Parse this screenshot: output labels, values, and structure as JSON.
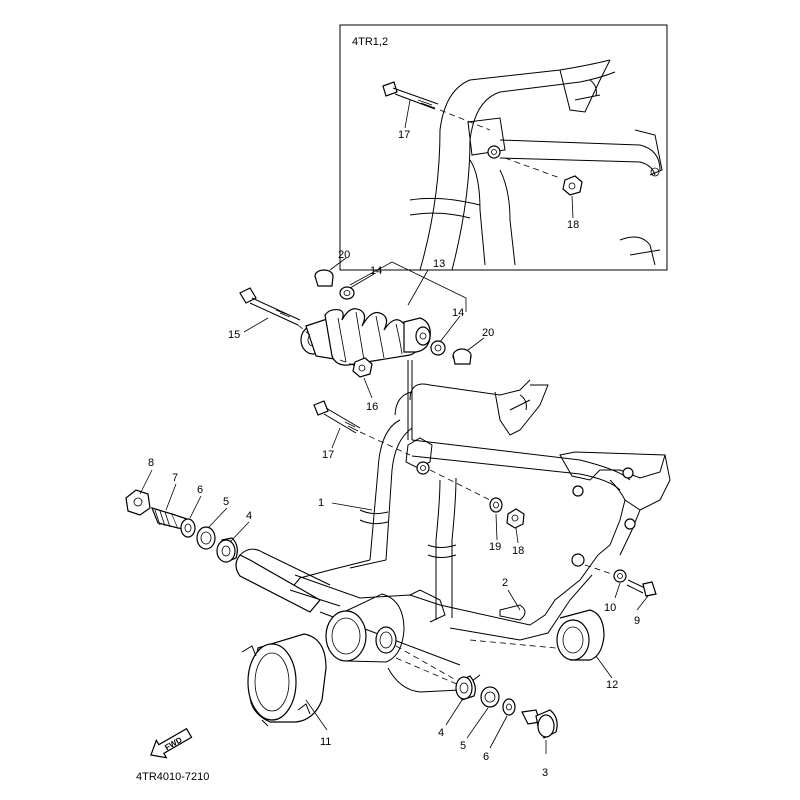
{
  "inset": {
    "label": "4TR1,2"
  },
  "callouts": {
    "c1": "1",
    "c2": "2",
    "c3": "3",
    "c4a": "4",
    "c4b": "4",
    "c5a": "5",
    "c5b": "5",
    "c6a": "6",
    "c6b": "6",
    "c7": "7",
    "c8": "8",
    "c9": "9",
    "c10": "10",
    "c11": "11",
    "c12": "12",
    "c13": "13",
    "c14a": "14",
    "c14b": "14",
    "c15": "15",
    "c16": "16",
    "c17a": "17",
    "c17b": "17",
    "c18a": "18",
    "c18b": "18",
    "c19": "19",
    "c20a": "20",
    "c20b": "20"
  },
  "fwd": {
    "label": "FWD"
  },
  "diagram_code": "4TR4010-7210"
}
